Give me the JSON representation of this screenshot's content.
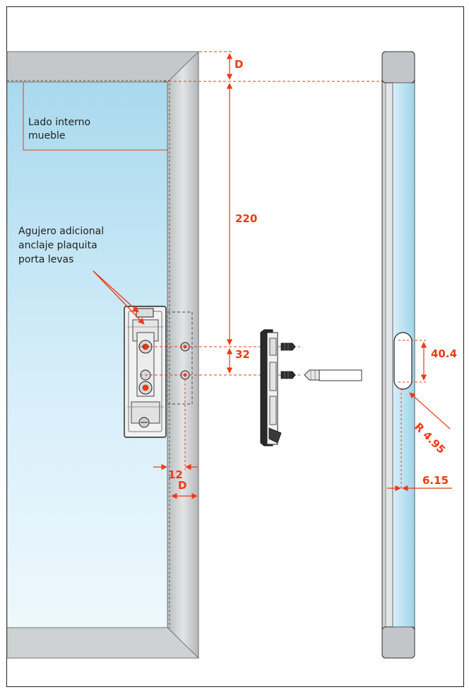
{
  "annotations": {
    "inner_side_line1": "Lado interno",
    "inner_side_line2": "mueble",
    "extra_hole_line1": "Agujero adicional",
    "extra_hole_line2": "anclaje plaquita",
    "extra_hole_line3": "porta levas"
  },
  "dimensions": {
    "top_offset": "D",
    "vertical_distance": "220",
    "hole_spacing": "32",
    "hole_edge_distance": "12",
    "side_offset": "D",
    "slot_length": "40.4",
    "slot_radius": "R 4.95",
    "slot_width": "6.15"
  },
  "colors": {
    "dimension": "#ee3a12",
    "frame": "#c7cacc",
    "glass_top": "#a9d9ee",
    "glass_bottom": "#eef8fd",
    "outline": "#333333"
  }
}
